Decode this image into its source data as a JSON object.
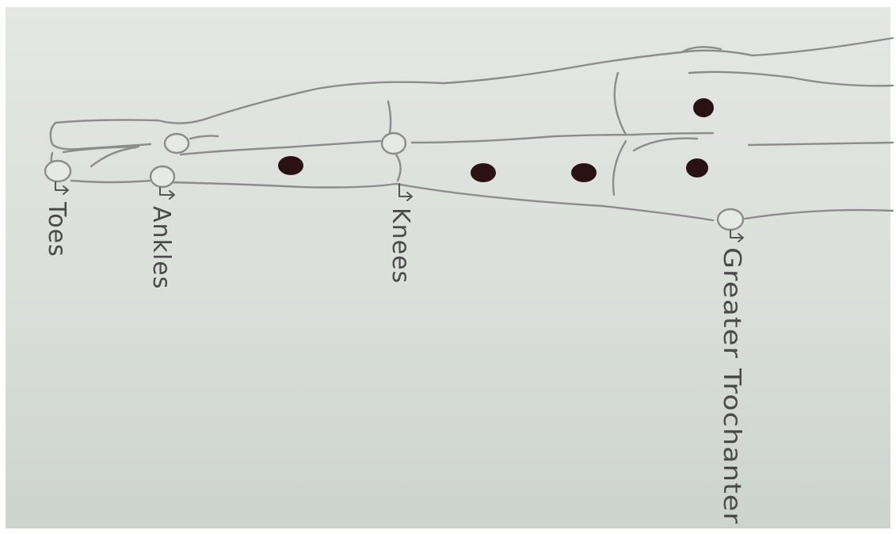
{
  "labels": {
    "toes": "Toes",
    "ankles": "Ankles",
    "knees": "Knees",
    "greater_trochanter": "Greater Trochanter"
  },
  "colors": {
    "paper": "#dfe3de",
    "pencil": "#8c8c8c",
    "marker_dot": "#2a1214",
    "ink": "#4a4a4a"
  }
}
